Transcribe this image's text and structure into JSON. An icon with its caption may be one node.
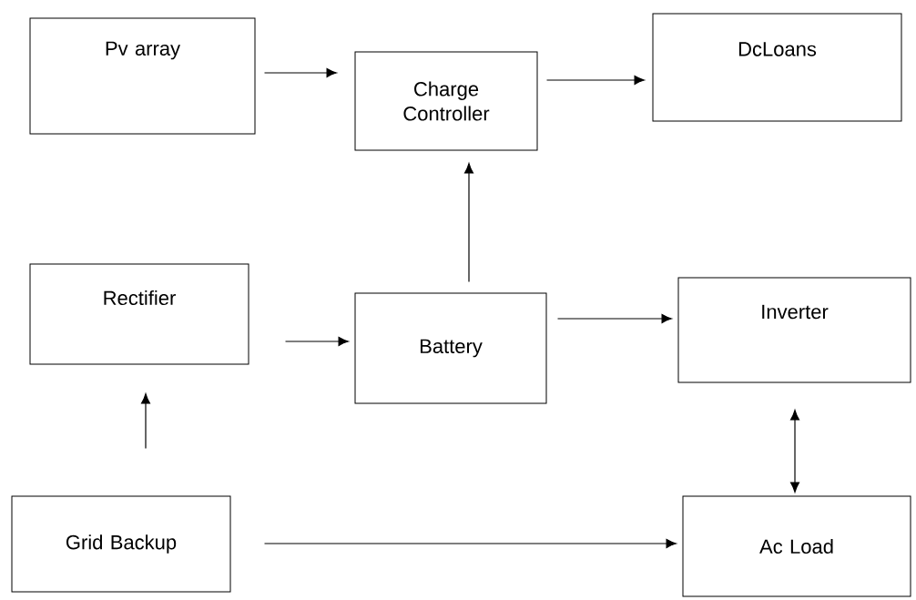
{
  "diagram": {
    "nodes": [
      {
        "text": [
          "Pv array"
        ]
      },
      {
        "text": [
          "Charge Controller"
        ]
      },
      {
        "text": [
          "DcLoans"
        ]
      },
      {
        "text": [
          "Rectifier"
        ]
      },
      {
        "text": [
          "Battery"
        ]
      },
      {
        "text": [
          "Inverter"
        ]
      },
      {
        "text": [
          "Grid Backup"
        ]
      },
      {
        "text": [
          "Ac Load"
        ]
      }
    ],
    "edges": [
      {
        "from": 0,
        "to": 1,
        "arrow": "to"
      },
      {
        "from": 1,
        "to": 2,
        "arrow": "to"
      },
      {
        "from": 4,
        "to": 1,
        "arrow": "to"
      },
      {
        "from": 3,
        "to": 4,
        "arrow": "to"
      },
      {
        "from": 4,
        "to": 5,
        "arrow": "to"
      },
      {
        "from": 6,
        "to": 3,
        "arrow": "to"
      },
      {
        "from": 5,
        "to": 7,
        "arrow": "both"
      },
      {
        "from": 6,
        "to": 7,
        "arrow": "to"
      }
    ]
  }
}
